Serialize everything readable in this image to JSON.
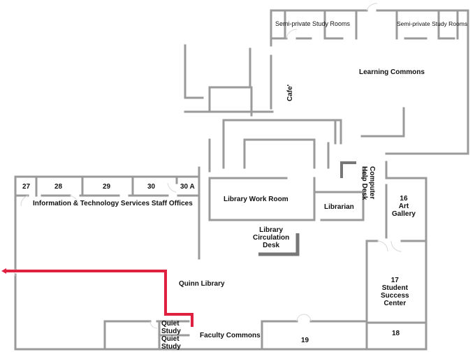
{
  "map": {
    "rooms": {
      "r27": "27",
      "r28": "28",
      "r29": "29",
      "r30": "30",
      "r30a": "30 A",
      "its": "Information & Technology Services Staff Offices",
      "work_room": "Library Work Room",
      "librarian": "Librarian",
      "circ_1": "Library",
      "circ_2": "Circulation",
      "circ_3": "Desk",
      "help_1": "Computer",
      "help_2": "Help Desk",
      "gallery_num": "16",
      "gallery_1": "Art",
      "gallery_2": "Gallery",
      "success_num": "17",
      "success_1": "Student",
      "success_2": "Success",
      "success_3": "Center",
      "r18": "18",
      "r19": "19",
      "quinn": "Quinn Library",
      "quiet1_a": "Quiet",
      "quiet1_b": "Study",
      "quiet2_a": "Quiet",
      "quiet2_b": "Study",
      "faculty": "Faculty Commons",
      "cafe": "Cafe'",
      "learning": "Learning Commons",
      "study_left": "Semi-private Study Rooms",
      "study_right": "Semi-private Study Rooms"
    },
    "route_color": "#e0203f",
    "wall_color": "#9a9a9a"
  }
}
